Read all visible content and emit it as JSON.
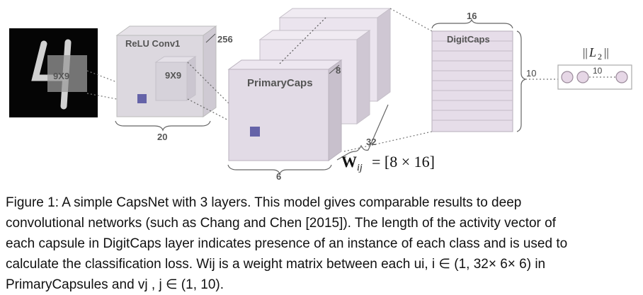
{
  "diagram": {
    "input": {
      "kernel_label": "9X9"
    },
    "relu_conv1": {
      "title": "ReLU Conv1",
      "kernel_label": "9X9",
      "depth_label": "256",
      "width_label": "20"
    },
    "primary_caps": {
      "title": "PrimaryCaps",
      "depth_label": "8",
      "count_label": "32",
      "width_label": "6"
    },
    "weight_eq": {
      "W": "W",
      "sub": "ij",
      "rhs": "= [8 × 16]"
    },
    "digit_caps": {
      "title": "DigitCaps",
      "top_label": "16",
      "side_label": "10"
    },
    "l2": {
      "label_left": "||",
      "label_var": "L",
      "label_sub": "2",
      "label_right": "||",
      "inner_label": "10"
    }
  },
  "caption": {
    "lines": [
      "Figure 1: A simple CapsNet with 3 layers. This model gives comparable results to deep",
      "convolutional networks (such as Chang and Chen [2015]). The length of the activity vector of",
      "each capsule in DigitCaps layer indicates presence of an instance of each class and is used to",
      "calculate the classification loss. Wij is a weight matrix between each ui, i ∈ (1, 32× 6× 6) in",
      "PrimaryCapsules and vj , j ∈ (1, 10)."
    ]
  }
}
